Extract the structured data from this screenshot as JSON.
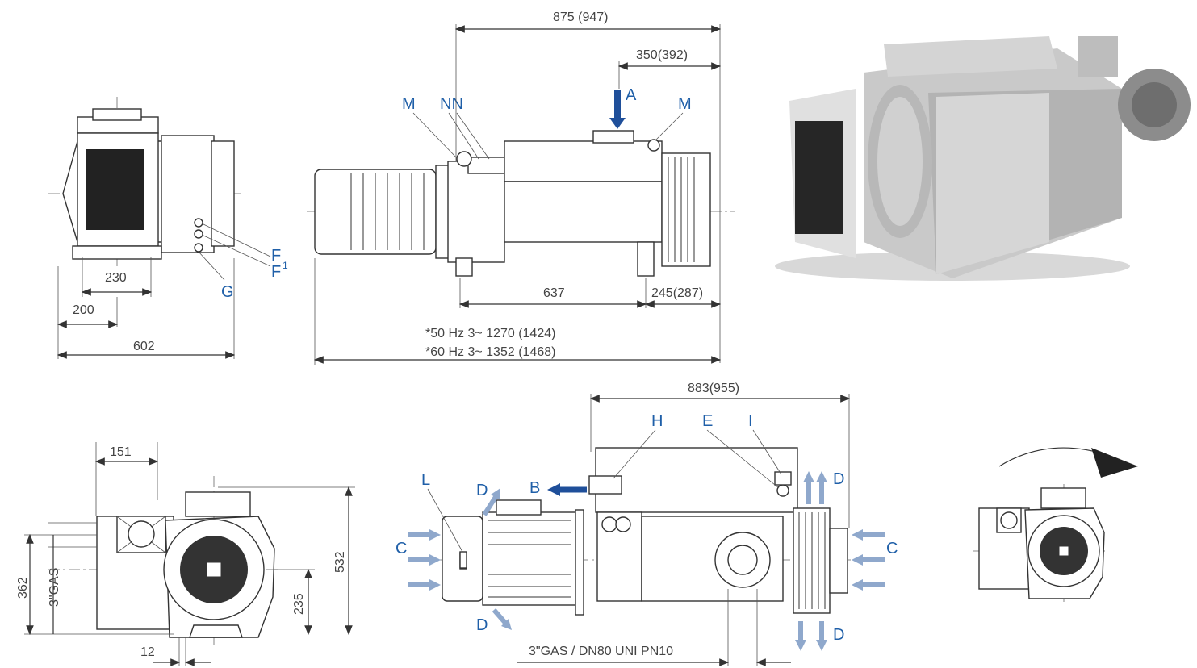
{
  "dimensions": {
    "d875": "875 (947)",
    "d350": "350(392)",
    "d637": "637",
    "d245": "245(287)",
    "hz50": "*50 Hz 3~ 1270 (1424)",
    "hz60": "*60 Hz 3~ 1352 (1468)",
    "d230": "230",
    "d200": "200",
    "d602": "602",
    "d883": "883(955)",
    "d151": "151",
    "d12": "12",
    "d362": "362",
    "gas3": "3\"GAS",
    "d235": "235",
    "d532": "532",
    "dn80": "3\"GAS / DN80 UNI PN10"
  },
  "labels": {
    "A": "A",
    "B": "B",
    "C": "C",
    "D": "D",
    "E": "E",
    "F": "F",
    "F1": "F",
    "F1sup": "1",
    "G": "G",
    "H": "H",
    "I": "I",
    "L": "L",
    "M": "M",
    "NN": "NN"
  },
  "colors": {
    "label_blue": "#1f5fa8",
    "arrow_dark": "#1f4f9a",
    "arrow_light": "#8fa8cc",
    "line": "#333333"
  }
}
